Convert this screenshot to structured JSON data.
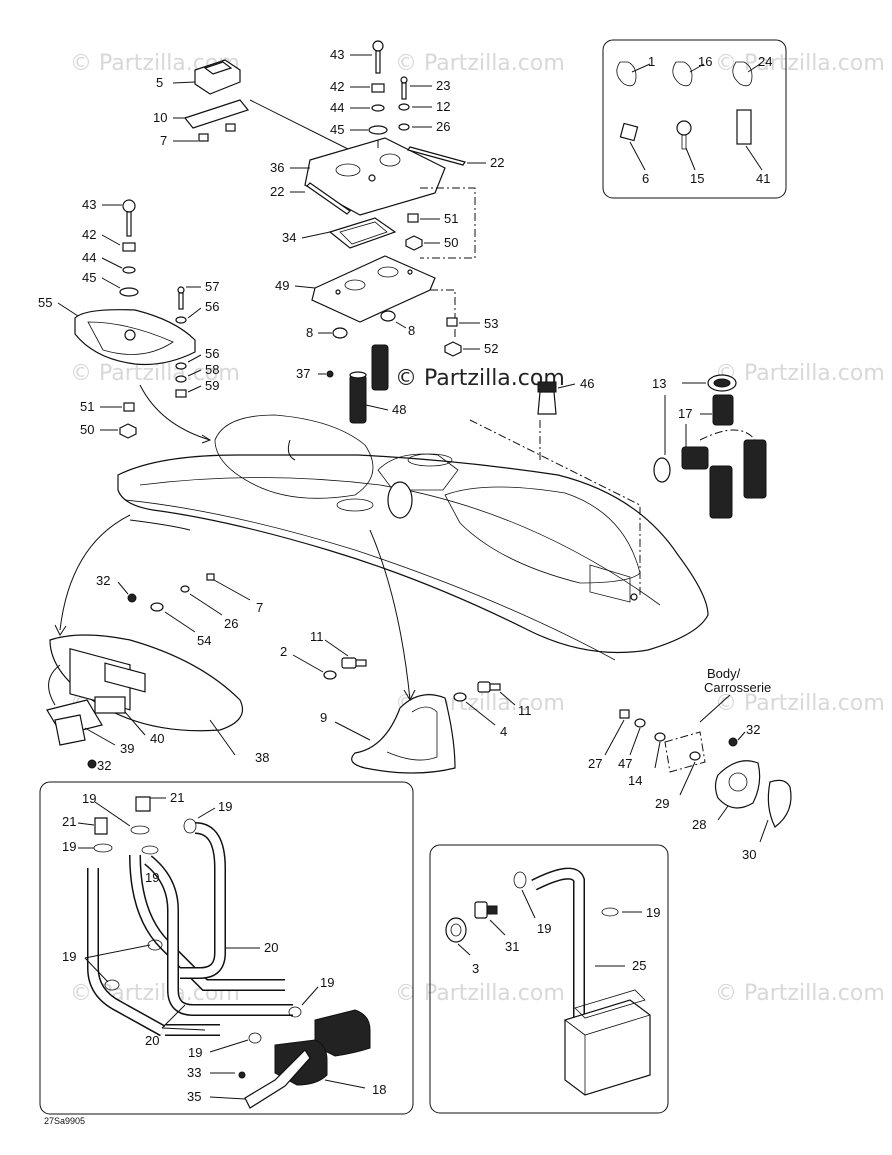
{
  "watermark": "© Partzilla.com",
  "watermark_center": "© Partzilla.com",
  "drawing_code": "27Sa9905",
  "body_label": "Body/ Carrosserie",
  "callouts": {
    "c1": "1",
    "c16": "16",
    "c24": "24",
    "c6": "6",
    "c15": "15",
    "c41": "41",
    "c43a": "43",
    "c42a": "42",
    "c44a": "44",
    "c45a": "45",
    "c23": "23",
    "c12": "12",
    "c26a": "26",
    "c5": "5",
    "c10": "10",
    "c7a": "7",
    "c36": "36",
    "c22a": "22",
    "c22b": "22",
    "c34": "34",
    "c51a": "51",
    "c50a": "50",
    "c49": "49",
    "c8a": "8",
    "c8b": "8",
    "c53": "53",
    "c52": "52",
    "c37": "37",
    "c48": "48",
    "c46": "46",
    "c43b": "43",
    "c42b": "42",
    "c44b": "44",
    "c45b": "45",
    "c55": "55",
    "c57": "57",
    "c56a": "56",
    "c56b": "56",
    "c58": "58",
    "c59": "59",
    "c51b": "51",
    "c50b": "50",
    "c13": "13",
    "c17": "17",
    "c32a": "32",
    "c26b": "26",
    "c7b": "7",
    "c54": "54",
    "c11a": "11",
    "c2": "2",
    "c11b": "11",
    "c9": "9",
    "c4": "4",
    "c39": "39",
    "c40": "40",
    "c38": "38",
    "c32b": "32",
    "c27": "27",
    "c47": "47",
    "c14": "14",
    "c29": "29",
    "c32c": "32",
    "c28": "28",
    "c30": "30",
    "c19a": "19",
    "c21a": "21",
    "c19b": "19",
    "c21b": "21",
    "c19c": "19",
    "c19d": "19",
    "c20a": "20",
    "c19e": "19",
    "c19f": "19",
    "c20b": "20",
    "c19g": "19",
    "c33": "33",
    "c35": "35",
    "c18": "18",
    "c19h": "19",
    "c19i": "19",
    "c31": "31",
    "c3": "3",
    "c25": "25"
  }
}
